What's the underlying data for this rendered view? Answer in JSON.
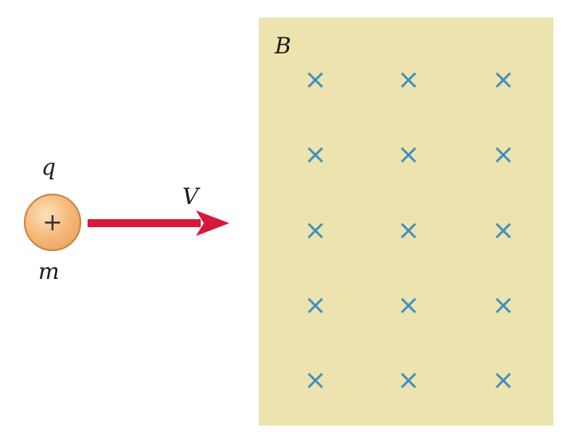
{
  "labels": {
    "charge": "q",
    "mass": "m",
    "velocity": "V",
    "field": "B"
  },
  "particle": {
    "sign": "+",
    "fill": "#f6b97b",
    "border": "#c9843e"
  },
  "field": {
    "background": "#ede3ae",
    "mark_symbol": "×",
    "mark_color": "#3f8fc0",
    "rows": 5,
    "cols": 3,
    "direction": "into-page"
  },
  "velocity_arrow": {
    "color": "#d9173a",
    "direction": "right"
  }
}
